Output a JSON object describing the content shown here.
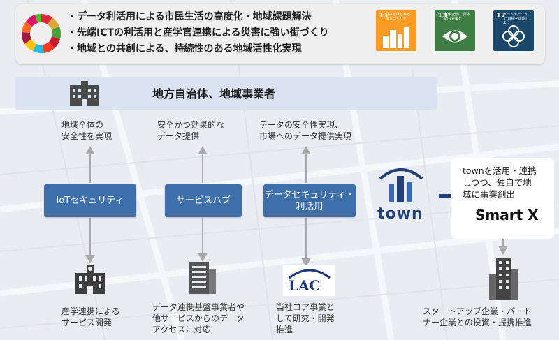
{
  "banner": {
    "lines": [
      "・データ利活用による市民生活の高度化・地域課題解決",
      "・先端ICTの利活用と産学官連携による災害に強い街づくり",
      "・地域との共創による、持続性のある地域活性化実現"
    ],
    "sdg_tiles": [
      {
        "number": "11",
        "color": "#f99d26",
        "icon": "city-icon",
        "caption": "住み続けられる まちづくりを"
      },
      {
        "number": "13",
        "color": "#3f7e44",
        "icon": "eye-earth-icon",
        "caption": "気候変動に 具体的な対策を"
      },
      {
        "number": "17",
        "color": "#19486a",
        "icon": "flower-icon",
        "caption": "パートナーシップで 目標を達成しよう"
      }
    ]
  },
  "gov": {
    "title": "地方自治体、地域事業者"
  },
  "top_captions": [
    [
      "地域全体の",
      "安全性を実現"
    ],
    [
      "安全かつ効果的な",
      "データ提供"
    ],
    [
      "データの安全性実現、",
      "市場へのデータ提供実現"
    ]
  ],
  "services": [
    {
      "label": "IoTセキュリティ"
    },
    {
      "label": "サービスハブ"
    },
    {
      "label_lines": [
        "データセキュリティ・",
        "利活用"
      ]
    }
  ],
  "town": {
    "logo_text": "town"
  },
  "smartx": {
    "desc_lines": [
      "townを活用・連携",
      "しつつ、独自で地",
      "域に事業創出"
    ],
    "name": "Smart X"
  },
  "bottom_captions": [
    [
      "産学連携による",
      "サービス開発"
    ],
    [
      "データ連携基盤事業者や",
      "他サービスからのデータ",
      "アクセスに対応"
    ],
    [
      "当社コア事業と",
      "して研究・開発",
      "推進"
    ],
    [
      "スタートアップ企業・パート",
      "ナー企業との投資・提携推進"
    ]
  ],
  "lac": {
    "logo_text": "LAC"
  },
  "colors": {
    "service_blue": "#3f6fa8",
    "gov_bar": "#d9e3f1",
    "town_navy": "#23407a"
  }
}
